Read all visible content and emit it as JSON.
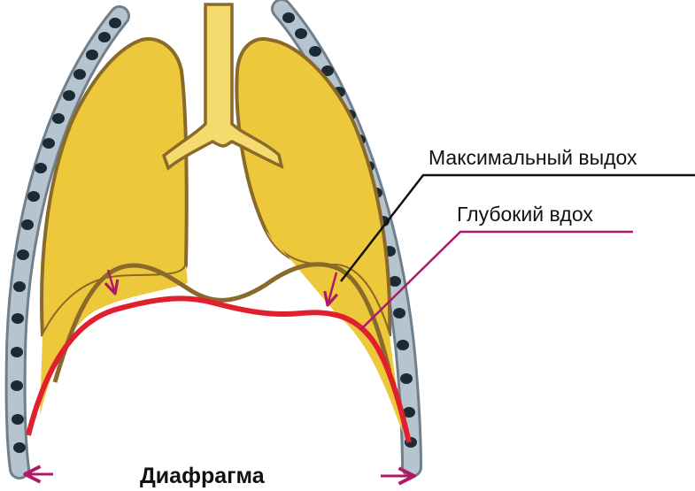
{
  "diagram": {
    "labels": {
      "max_exhale": "Максимальный выдох",
      "deep_inhale": "Глубокий вдох",
      "diaphragm": "Диафрагма"
    },
    "colors": {
      "lung_fill": "#ecc83a",
      "lung_outline": "#8a6a2a",
      "trachea_fill": "#f5da6e",
      "diaphragm_inhale": "#e0202e",
      "diaphragm_exhale": "#8a6a2a",
      "ribs": "#a8b8c4",
      "rib_dots": "#1c2a36",
      "arrow": "#b0186a",
      "leader_black": "#111111",
      "leader_magenta": "#b0186a"
    }
  }
}
